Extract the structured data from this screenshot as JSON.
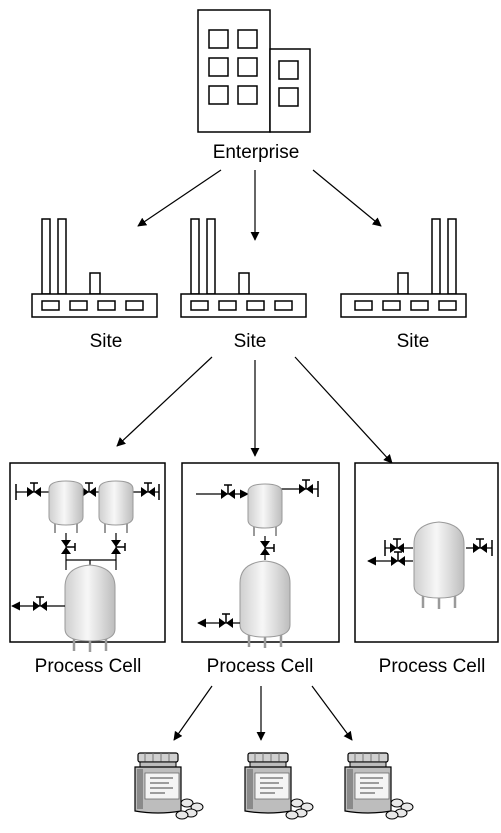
{
  "labels": {
    "enterprise": "Enterprise",
    "site": "Site",
    "process_cell": "Process Cell"
  },
  "colors": {
    "stroke": "#000000",
    "vessel_fill": "#e6e6e6",
    "vessel_shadow": "#bdbdbd",
    "background": "#ffffff"
  },
  "icons": [
    "building-icon",
    "factory-icon",
    "process-cell-icon",
    "medicine-bottle-icon",
    "pill-icon",
    "valve-icon",
    "arrow-icon"
  ]
}
